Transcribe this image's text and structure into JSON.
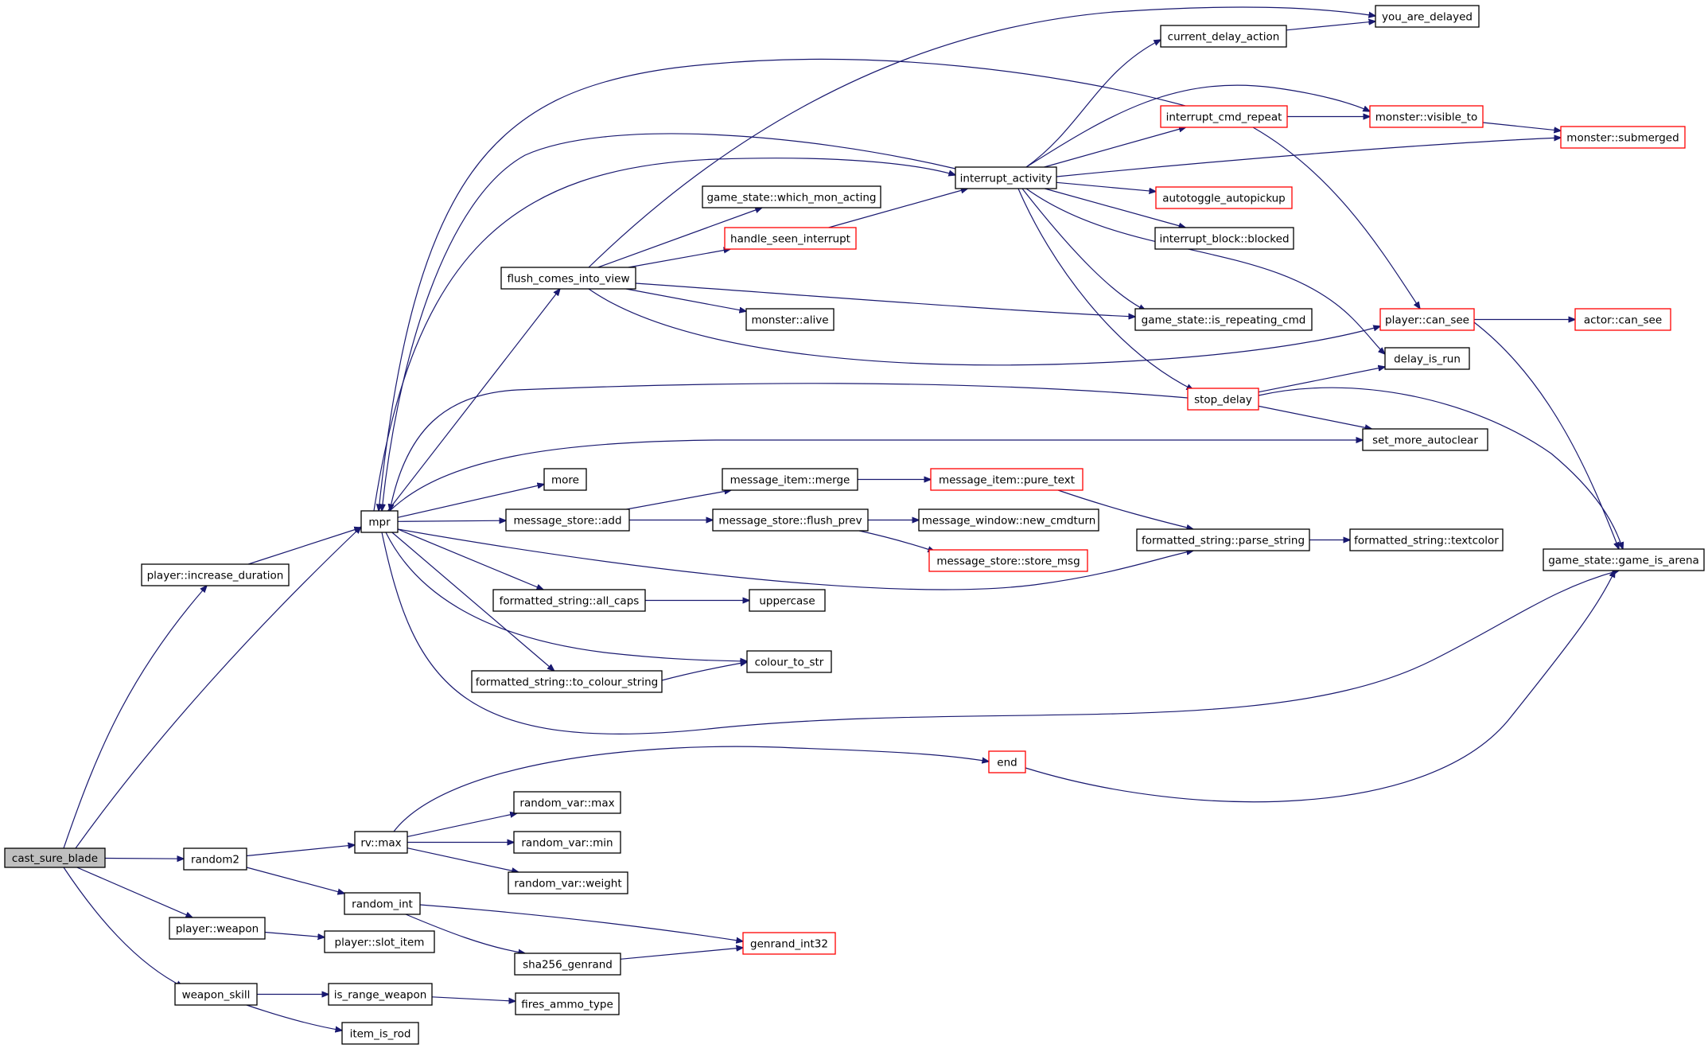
{
  "colors": {
    "edge": "#191970",
    "node_border_default": "#000000",
    "node_border_truncated": "#ff0000",
    "root_fill": "#bfbfbf",
    "node_fill": "#ffffff"
  },
  "nodes": [
    {
      "id": "cast_sure_blade",
      "label": "cast_sure_blade",
      "style": "root"
    },
    {
      "id": "player_increase_duration",
      "label": "player::increase_duration",
      "style": "normal"
    },
    {
      "id": "mpr",
      "label": "mpr",
      "style": "normal"
    },
    {
      "id": "random2",
      "label": "random2",
      "style": "normal"
    },
    {
      "id": "player_weapon",
      "label": "player::weapon",
      "style": "normal"
    },
    {
      "id": "weapon_skill",
      "label": "weapon_skill",
      "style": "normal"
    },
    {
      "id": "flush_comes_into_view",
      "label": "flush_comes_into_view",
      "style": "normal"
    },
    {
      "id": "more",
      "label": "more",
      "style": "normal"
    },
    {
      "id": "message_store_add",
      "label": "message_store::add",
      "style": "normal"
    },
    {
      "id": "fs_all_caps",
      "label": "formatted_string::all_caps",
      "style": "normal"
    },
    {
      "id": "fs_to_colour_string",
      "label": "formatted_string::to_colour_string",
      "style": "normal"
    },
    {
      "id": "rv_max",
      "label": "rv::max",
      "style": "normal"
    },
    {
      "id": "random_int",
      "label": "random_int",
      "style": "normal"
    },
    {
      "id": "player_slot_item",
      "label": "player::slot_item",
      "style": "normal"
    },
    {
      "id": "is_range_weapon",
      "label": "is_range_weapon",
      "style": "normal"
    },
    {
      "id": "item_is_rod",
      "label": "item_is_rod",
      "style": "normal"
    },
    {
      "id": "gs_which_mon_acting",
      "label": "game_state::which_mon_acting",
      "style": "normal"
    },
    {
      "id": "handle_seen_interrupt",
      "label": "handle_seen_interrupt",
      "style": "truncated"
    },
    {
      "id": "monster_alive",
      "label": "monster::alive",
      "style": "normal"
    },
    {
      "id": "message_item_merge",
      "label": "message_item::merge",
      "style": "normal"
    },
    {
      "id": "message_store_flush_prev",
      "label": "message_store::flush_prev",
      "style": "normal"
    },
    {
      "id": "uppercase",
      "label": "uppercase",
      "style": "normal"
    },
    {
      "id": "colour_to_str",
      "label": "colour_to_str",
      "style": "normal"
    },
    {
      "id": "random_var_max",
      "label": "random_var::max",
      "style": "normal"
    },
    {
      "id": "random_var_min",
      "label": "random_var::min",
      "style": "normal"
    },
    {
      "id": "random_var_weight",
      "label": "random_var::weight",
      "style": "normal"
    },
    {
      "id": "sha256_genrand",
      "label": "sha256_genrand",
      "style": "normal"
    },
    {
      "id": "genrand_int32",
      "label": "genrand_int32",
      "style": "truncated"
    },
    {
      "id": "fires_ammo_type",
      "label": "fires_ammo_type",
      "style": "normal"
    },
    {
      "id": "interrupt_activity",
      "label": "interrupt_activity",
      "style": "normal"
    },
    {
      "id": "message_item_pure_text",
      "label": "message_item::pure_text",
      "style": "truncated"
    },
    {
      "id": "message_window_new_cmdturn",
      "label": "message_window::new_cmdturn",
      "style": "normal"
    },
    {
      "id": "message_store_store_msg",
      "label": "message_store::store_msg",
      "style": "truncated"
    },
    {
      "id": "end",
      "label": "end",
      "style": "truncated"
    },
    {
      "id": "current_delay_action",
      "label": "current_delay_action",
      "style": "normal"
    },
    {
      "id": "interrupt_cmd_repeat",
      "label": "interrupt_cmd_repeat",
      "style": "truncated"
    },
    {
      "id": "autotoggle_autopickup",
      "label": "autotoggle_autopickup",
      "style": "truncated"
    },
    {
      "id": "interrupt_block_blocked",
      "label": "interrupt_block::blocked",
      "style": "normal"
    },
    {
      "id": "gs_is_repeating_cmd",
      "label": "game_state::is_repeating_cmd",
      "style": "normal"
    },
    {
      "id": "stop_delay",
      "label": "stop_delay",
      "style": "truncated"
    },
    {
      "id": "fs_parse_string",
      "label": "formatted_string::parse_string",
      "style": "normal"
    },
    {
      "id": "you_are_delayed",
      "label": "you_are_delayed",
      "style": "normal"
    },
    {
      "id": "monster_visible_to",
      "label": "monster::visible_to",
      "style": "truncated"
    },
    {
      "id": "player_can_see",
      "label": "player::can_see",
      "style": "truncated"
    },
    {
      "id": "delay_is_run",
      "label": "delay_is_run",
      "style": "normal"
    },
    {
      "id": "set_more_autoclear",
      "label": "set_more_autoclear",
      "style": "normal"
    },
    {
      "id": "fs_textcolor",
      "label": "formatted_string::textcolor",
      "style": "normal"
    },
    {
      "id": "monster_submerged",
      "label": "monster::submerged",
      "style": "truncated"
    },
    {
      "id": "actor_can_see",
      "label": "actor::can_see",
      "style": "truncated"
    },
    {
      "id": "gs_game_is_arena",
      "label": "game_state::game_is_arena",
      "style": "normal"
    }
  ],
  "edges": [
    [
      "cast_sure_blade",
      "player_increase_duration"
    ],
    [
      "cast_sure_blade",
      "mpr"
    ],
    [
      "cast_sure_blade",
      "random2"
    ],
    [
      "cast_sure_blade",
      "player_weapon"
    ],
    [
      "cast_sure_blade",
      "weapon_skill"
    ],
    [
      "player_increase_duration",
      "mpr"
    ],
    [
      "mpr",
      "flush_comes_into_view"
    ],
    [
      "mpr",
      "interrupt_activity"
    ],
    [
      "mpr",
      "more"
    ],
    [
      "mpr",
      "message_store_add"
    ],
    [
      "mpr",
      "fs_all_caps"
    ],
    [
      "mpr",
      "fs_to_colour_string"
    ],
    [
      "mpr",
      "colour_to_str"
    ],
    [
      "mpr",
      "fs_parse_string"
    ],
    [
      "mpr",
      "gs_game_is_arena"
    ],
    [
      "random2",
      "rv_max"
    ],
    [
      "random2",
      "random_int"
    ],
    [
      "player_weapon",
      "player_slot_item"
    ],
    [
      "weapon_skill",
      "is_range_weapon"
    ],
    [
      "weapon_skill",
      "item_is_rod"
    ],
    [
      "flush_comes_into_view",
      "gs_which_mon_acting"
    ],
    [
      "flush_comes_into_view",
      "handle_seen_interrupt"
    ],
    [
      "flush_comes_into_view",
      "monster_alive"
    ],
    [
      "flush_comes_into_view",
      "gs_is_repeating_cmd"
    ],
    [
      "flush_comes_into_view",
      "player_can_see"
    ],
    [
      "flush_comes_into_view",
      "you_are_delayed"
    ],
    [
      "handle_seen_interrupt",
      "interrupt_activity"
    ],
    [
      "interrupt_activity",
      "mpr"
    ],
    [
      "interrupt_activity",
      "current_delay_action"
    ],
    [
      "interrupt_activity",
      "interrupt_cmd_repeat"
    ],
    [
      "interrupt_activity",
      "monster_visible_to"
    ],
    [
      "interrupt_activity",
      "monster_submerged"
    ],
    [
      "interrupt_activity",
      "autotoggle_autopickup"
    ],
    [
      "interrupt_activity",
      "interrupt_block_blocked"
    ],
    [
      "interrupt_activity",
      "gs_is_repeating_cmd"
    ],
    [
      "interrupt_activity",
      "delay_is_run"
    ],
    [
      "interrupt_activity",
      "stop_delay"
    ],
    [
      "interrupt_cmd_repeat",
      "mpr"
    ],
    [
      "interrupt_cmd_repeat",
      "monster_visible_to"
    ],
    [
      "interrupt_cmd_repeat",
      "player_can_see"
    ],
    [
      "current_delay_action",
      "you_are_delayed"
    ],
    [
      "monster_visible_to",
      "monster_submerged"
    ],
    [
      "player_can_see",
      "actor_can_see"
    ],
    [
      "player_can_see",
      "gs_game_is_arena"
    ],
    [
      "stop_delay",
      "mpr"
    ],
    [
      "stop_delay",
      "delay_is_run"
    ],
    [
      "stop_delay",
      "set_more_autoclear"
    ],
    [
      "stop_delay",
      "gs_game_is_arena"
    ],
    [
      "mpr",
      "set_more_autoclear"
    ],
    [
      "message_store_add",
      "message_item_merge"
    ],
    [
      "message_store_add",
      "message_store_flush_prev"
    ],
    [
      "message_item_merge",
      "message_item_pure_text"
    ],
    [
      "message_item_pure_text",
      "fs_parse_string"
    ],
    [
      "message_store_flush_prev",
      "message_window_new_cmdturn"
    ],
    [
      "message_store_flush_prev",
      "message_store_store_msg"
    ],
    [
      "fs_parse_string",
      "fs_textcolor"
    ],
    [
      "fs_all_caps",
      "uppercase"
    ],
    [
      "fs_to_colour_string",
      "colour_to_str"
    ],
    [
      "rv_max",
      "random_var_max"
    ],
    [
      "rv_max",
      "random_var_min"
    ],
    [
      "rv_max",
      "random_var_weight"
    ],
    [
      "rv_max",
      "end"
    ],
    [
      "end",
      "gs_game_is_arena"
    ],
    [
      "random_int",
      "genrand_int32"
    ],
    [
      "random_int",
      "sha256_genrand"
    ],
    [
      "sha256_genrand",
      "genrand_int32"
    ],
    [
      "is_range_weapon",
      "fires_ammo_type"
    ]
  ]
}
